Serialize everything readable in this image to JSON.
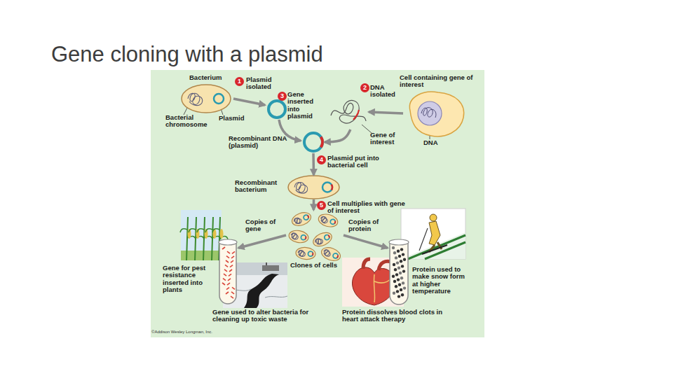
{
  "diagram": {
    "title": "Gene cloning with a plasmid",
    "nodes": [
      {
        "text": [
          "Bacterium"
        ]
      },
      {
        "text": [
          "Cell containing gene of interest"
        ]
      },
      {
        "text": [
          "Gene of interest"
        ]
      },
      {
        "text": [
          "Recombinant DNA (plasmid)"
        ]
      },
      {
        "text": [
          "Recombinant bacterium"
        ]
      },
      {
        "text": [
          "Clones of cells"
        ]
      },
      {
        "text": [
          "Copies of gene"
        ]
      },
      {
        "text": [
          "Copies of protein"
        ]
      },
      {
        "text": [
          "Gene for pest resistance inserted into plants"
        ]
      },
      {
        "text": [
          "Gene used to alter bacteria for cleaning up toxic waste"
        ]
      },
      {
        "text": [
          "Protein used to make snow form at higher temperature"
        ]
      },
      {
        "text": [
          "Protein dissolves blood clots in heart attack therapy"
        ]
      }
    ],
    "edges": [
      {
        "from": 1,
        "to": 2,
        "label": "DNA isolated",
        "arrow": "to"
      },
      {
        "from": 2,
        "to": 3,
        "arrow": "to"
      },
      {
        "from": 3,
        "to": 4,
        "label": "Plasmid put into bacterial cell",
        "arrow": "to"
      },
      {
        "from": 4,
        "to": 5,
        "label": "Cell multiplies with gene of interest",
        "arrow": "to"
      },
      {
        "from": 5,
        "to": 6,
        "arrow": "to"
      },
      {
        "from": 5,
        "to": 7,
        "arrow": "to"
      }
    ],
    "labels": [
      "1",
      "Plasmid isolated",
      "2",
      "3",
      "Gene inserted into plasmid",
      "4",
      "5",
      "Bacterial chromosome",
      "Plasmid",
      "DNA",
      "©Addison Wesley Longman, Inc."
    ]
  }
}
